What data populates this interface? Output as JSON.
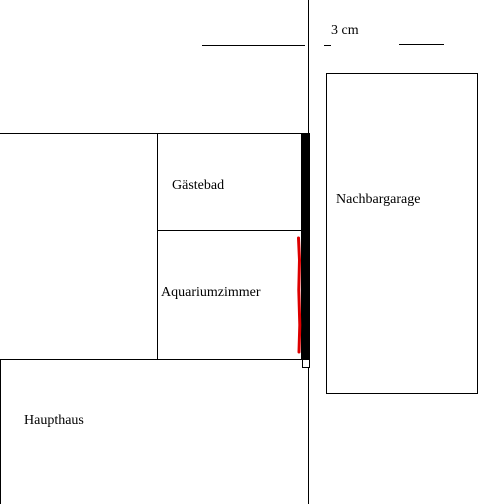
{
  "labels": {
    "dimension": "3 cm",
    "guest_bath": "Gästebad",
    "aquarium_room": "Aquariumzimmer",
    "neighbor_garage": "Nachbargarage",
    "main_house": "Haupthaus"
  },
  "colors": {
    "background": "#ffffff",
    "line": "#000000",
    "thick_wall": "#000000",
    "marked_wall": "#dd0000"
  }
}
